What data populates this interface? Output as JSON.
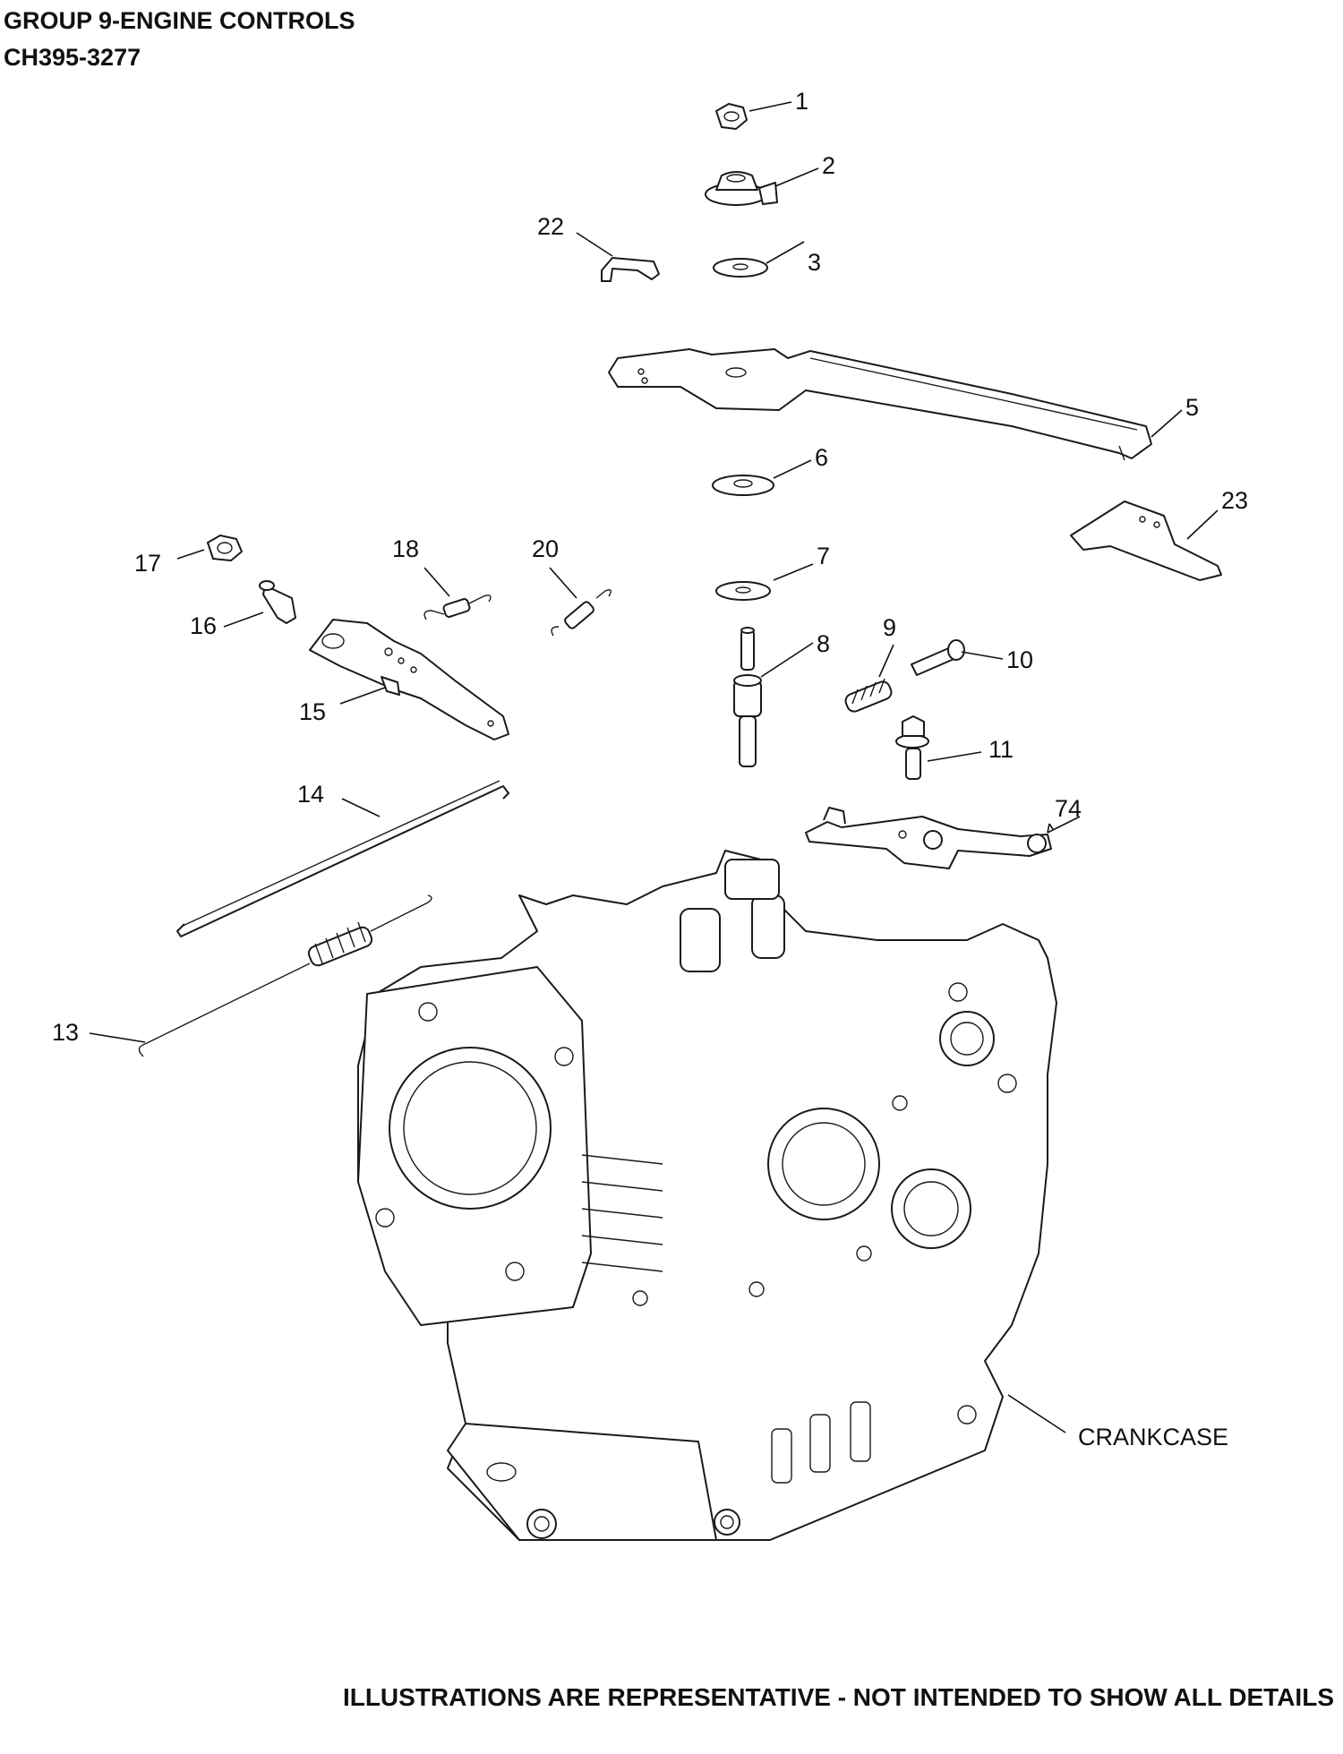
{
  "header": {
    "title": "GROUP 9-ENGINE CONTROLS",
    "model": "CH395-3277"
  },
  "callouts": [
    {
      "id": "c1",
      "label": "1"
    },
    {
      "id": "c2",
      "label": "2"
    },
    {
      "id": "c22",
      "label": "22"
    },
    {
      "id": "c3",
      "label": "3"
    },
    {
      "id": "c5",
      "label": "5"
    },
    {
      "id": "c6",
      "label": "6"
    },
    {
      "id": "c23",
      "label": "23"
    },
    {
      "id": "c17",
      "label": "17"
    },
    {
      "id": "c18",
      "label": "18"
    },
    {
      "id": "c20",
      "label": "20"
    },
    {
      "id": "c7",
      "label": "7"
    },
    {
      "id": "c16",
      "label": "16"
    },
    {
      "id": "c9",
      "label": "9"
    },
    {
      "id": "c8",
      "label": "8"
    },
    {
      "id": "c10",
      "label": "10"
    },
    {
      "id": "c15",
      "label": "15"
    },
    {
      "id": "c11",
      "label": "11"
    },
    {
      "id": "c14",
      "label": "14"
    },
    {
      "id": "c74",
      "label": "74"
    },
    {
      "id": "c13",
      "label": "13"
    },
    {
      "id": "crankcase",
      "label": "CRANKCASE"
    }
  ],
  "footer": {
    "note": "ILLUSTRATIONS ARE REPRESENTATIVE - NOT INTENDED TO SHOW ALL DETAILS"
  }
}
